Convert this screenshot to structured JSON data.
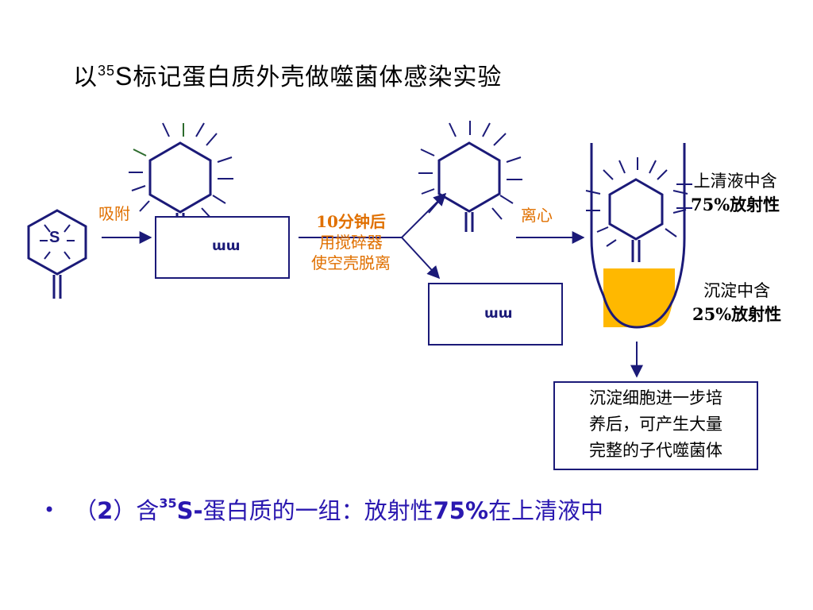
{
  "title": {
    "prefix": "以",
    "sup": "35",
    "big": "S",
    "rest": "标记蛋白质外壳做噬菌体感染实验"
  },
  "labels": {
    "adsorb": "吸附",
    "blend_lines": [
      "10分钟后",
      "用搅碎器",
      "使空壳脱离"
    ],
    "centrifuge": "离心",
    "supernatant_lines": [
      "上清液中含",
      "75%放射性"
    ],
    "precipitate_lines": [
      "沉淀中含",
      "25%放射性"
    ],
    "culture_lines": [
      "沉淀细胞进一步培",
      "养后，可产生大量",
      "完整的子代噬菌体"
    ],
    "phage_label": "S",
    "dna_symbol": "ɯɯ"
  },
  "bullet": {
    "dot": "•",
    "open": "（",
    "num": "2",
    "close": "）含",
    "sup": "35",
    "s": "S-",
    "mid": "蛋白质的一组：放射性",
    "pct": "75%",
    "end": "在上清液中"
  },
  "colors": {
    "line": "#1b1a78",
    "accent": "#e07000",
    "precipitate": "#ffb800",
    "bullet_text": "#2a18b0",
    "ray_green": "#2c6b2c"
  }
}
